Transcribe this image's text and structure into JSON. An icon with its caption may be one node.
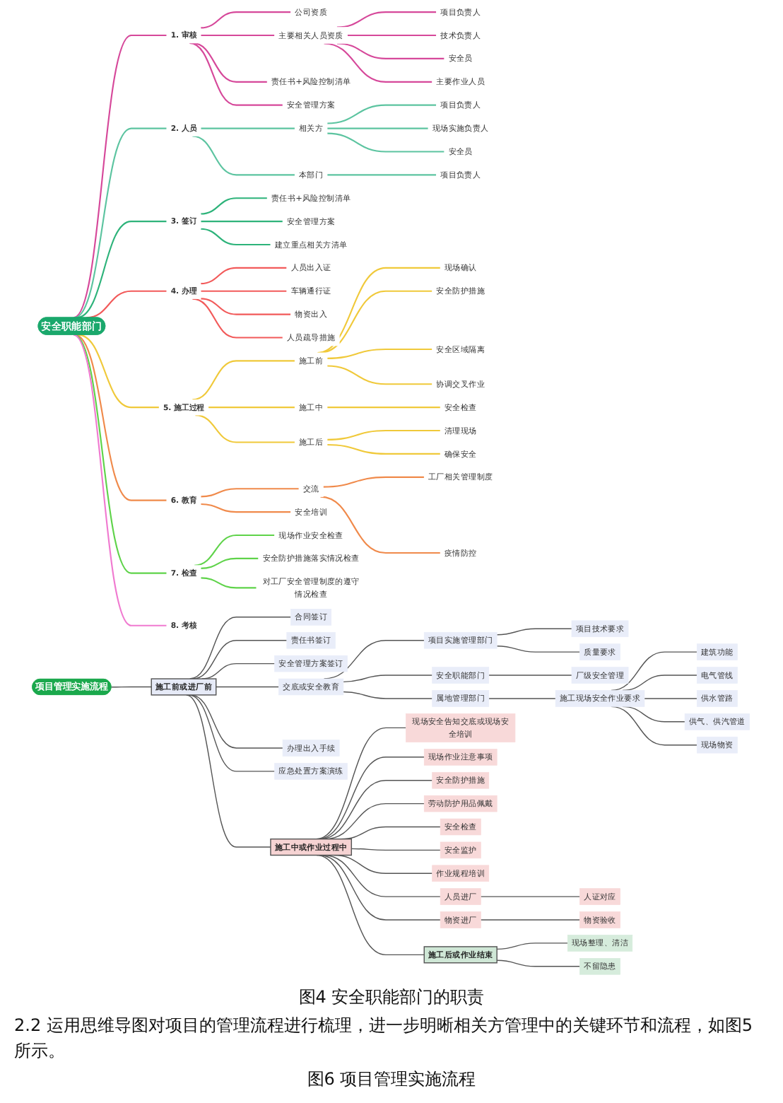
{
  "diagram": {
    "nodes": [
      {
        "text": [
          "安全职能部门"
        ]
      },
      {
        "text": [
          "1. 审核"
        ]
      },
      {
        "text": [
          "公司资质"
        ]
      },
      {
        "text": [
          "主要相关人员资质"
        ]
      },
      {
        "text": [
          "项目负责人"
        ]
      },
      {
        "text": [
          "技术负责人"
        ]
      },
      {
        "text": [
          "安全员"
        ]
      },
      {
        "text": [
          "主要作业人员"
        ]
      },
      {
        "text": [
          "责任书+风险控制清单"
        ]
      },
      {
        "text": [
          "安全管理方案"
        ]
      },
      {
        "text": [
          "2. 人员"
        ]
      },
      {
        "text": [
          "相关方"
        ]
      },
      {
        "text": [
          "项目负责人"
        ]
      },
      {
        "text": [
          "现场实施负责人"
        ]
      },
      {
        "text": [
          "安全员"
        ]
      },
      {
        "text": [
          "本部门"
        ]
      },
      {
        "text": [
          "项目负责人"
        ]
      },
      {
        "text": [
          "3. 签订"
        ]
      },
      {
        "text": [
          "责任书+风险控制清单"
        ]
      },
      {
        "text": [
          "安全管理方案"
        ]
      },
      {
        "text": [
          "建立重点相关方清单"
        ]
      },
      {
        "text": [
          "4. 办理"
        ]
      },
      {
        "text": [
          "人员出入证"
        ]
      },
      {
        "text": [
          "车辆通行证"
        ]
      },
      {
        "text": [
          "物资出入"
        ]
      },
      {
        "text": [
          "人员疏导措施"
        ]
      },
      {
        "text": [
          "5. 施工过程"
        ]
      },
      {
        "text": [
          "施工前"
        ]
      },
      {
        "text": [
          "现场确认"
        ]
      },
      {
        "text": [
          "安全防护措施"
        ]
      },
      {
        "text": [
          "安全区域隔离"
        ]
      },
      {
        "text": [
          "协调交叉作业"
        ]
      },
      {
        "text": [
          "施工中"
        ]
      },
      {
        "text": [
          "安全检查"
        ]
      },
      {
        "text": [
          "施工后"
        ]
      },
      {
        "text": [
          "清理现场"
        ]
      },
      {
        "text": [
          "确保安全"
        ]
      },
      {
        "text": [
          "6. 教育"
        ]
      },
      {
        "text": [
          "交流"
        ]
      },
      {
        "text": [
          "工厂相关管理制度"
        ]
      },
      {
        "text": [
          "疫情防控"
        ]
      },
      {
        "text": [
          "安全培训"
        ]
      },
      {
        "text": [
          "7. 检查"
        ]
      },
      {
        "text": [
          "现场作业安全检查"
        ]
      },
      {
        "text": [
          "安全防护措施落实情况检查"
        ]
      },
      {
        "text": [
          "对工厂安全管理制度的遵守情况检查"
        ]
      },
      {
        "text": [
          "8. 考核"
        ]
      },
      {
        "text": [
          "项目管理实施流程"
        ]
      },
      {
        "text": [
          "施工前或进厂前"
        ]
      },
      {
        "text": [
          "合同签订"
        ]
      },
      {
        "text": [
          "责任书签订"
        ]
      },
      {
        "text": [
          "安全管理方案签订"
        ]
      },
      {
        "text": [
          "交底或安全教育"
        ]
      },
      {
        "text": [
          "项目实施管理部门"
        ]
      },
      {
        "text": [
          "项目技术要求"
        ]
      },
      {
        "text": [
          "质量要求"
        ]
      },
      {
        "text": [
          "安全职能部门"
        ]
      },
      {
        "text": [
          "厂级安全管理"
        ]
      },
      {
        "text": [
          "属地管理部门"
        ]
      },
      {
        "text": [
          "施工现场安全作业要求"
        ]
      },
      {
        "text": [
          "建筑功能"
        ]
      },
      {
        "text": [
          "电气管线"
        ]
      },
      {
        "text": [
          "供水管路"
        ]
      },
      {
        "text": [
          "供气、供汽管道"
        ]
      },
      {
        "text": [
          "现场物资"
        ]
      },
      {
        "text": [
          "办理出入手续"
        ]
      },
      {
        "text": [
          "应急处置方案演练"
        ]
      },
      {
        "text": [
          "施工中或作业过程中"
        ]
      },
      {
        "text": [
          "现场安全告知交底或现场安全培训"
        ]
      },
      {
        "text": [
          "现场作业注意事项"
        ]
      },
      {
        "text": [
          "安全防护措施"
        ]
      },
      {
        "text": [
          "劳动防护用品佩戴"
        ]
      },
      {
        "text": [
          "安全检查"
        ]
      },
      {
        "text": [
          "安全监护"
        ]
      },
      {
        "text": [
          "作业规程培训"
        ]
      },
      {
        "text": [
          "人员进厂"
        ]
      },
      {
        "text": [
          "人证对应"
        ]
      },
      {
        "text": [
          "物资进厂"
        ]
      },
      {
        "text": [
          "物资验收"
        ]
      },
      {
        "text": [
          "施工后或作业结束"
        ]
      },
      {
        "text": [
          "现场整理、清洁"
        ]
      },
      {
        "text": [
          "不留隐患"
        ]
      }
    ],
    "edges": [
      {
        "from": 0,
        "to": 1,
        "arrow": "none",
        "color": "#d6489a"
      },
      {
        "from": 1,
        "to": 2,
        "arrow": "none",
        "color": "#d6489a"
      },
      {
        "from": 1,
        "to": 3,
        "arrow": "none",
        "color": "#d6489a"
      },
      {
        "from": 3,
        "to": 4,
        "arrow": "none",
        "color": "#d6489a"
      },
      {
        "from": 3,
        "to": 5,
        "arrow": "none",
        "color": "#d6489a"
      },
      {
        "from": 3,
        "to": 6,
        "arrow": "none",
        "color": "#d6489a"
      },
      {
        "from": 3,
        "to": 7,
        "arrow": "none",
        "color": "#d6489a"
      },
      {
        "from": 1,
        "to": 8,
        "arrow": "none",
        "color": "#d6489a"
      },
      {
        "from": 1,
        "to": 9,
        "arrow": "none",
        "color": "#d6489a"
      },
      {
        "from": 0,
        "to": 10,
        "arrow": "none",
        "color": "#5cc4a0"
      },
      {
        "from": 10,
        "to": 11,
        "arrow": "none",
        "color": "#5cc4a0"
      },
      {
        "from": 11,
        "to": 12,
        "arrow": "none",
        "color": "#5cc4a0"
      },
      {
        "from": 11,
        "to": 13,
        "arrow": "none",
        "color": "#5cc4a0"
      },
      {
        "from": 11,
        "to": 14,
        "arrow": "none",
        "color": "#5cc4a0"
      },
      {
        "from": 10,
        "to": 15,
        "arrow": "none",
        "color": "#5cc4a0"
      },
      {
        "from": 15,
        "to": 16,
        "arrow": "none",
        "color": "#5cc4a0"
      },
      {
        "from": 0,
        "to": 17,
        "arrow": "none",
        "color": "#2db37a"
      },
      {
        "from": 17,
        "to": 18,
        "arrow": "none",
        "color": "#2db37a"
      },
      {
        "from": 17,
        "to": 19,
        "arrow": "none",
        "color": "#2db37a"
      },
      {
        "from": 17,
        "to": 20,
        "arrow": "none",
        "color": "#2db37a"
      },
      {
        "from": 0,
        "to": 21,
        "arrow": "none",
        "color": "#f25a5a"
      },
      {
        "from": 21,
        "to": 22,
        "arrow": "none",
        "color": "#f25a5a"
      },
      {
        "from": 21,
        "to": 23,
        "arrow": "none",
        "color": "#f25a5a"
      },
      {
        "from": 21,
        "to": 24,
        "arrow": "none",
        "color": "#f25a5a"
      },
      {
        "from": 21,
        "to": 25,
        "arrow": "none",
        "color": "#f25a5a"
      },
      {
        "from": 0,
        "to": 26,
        "arrow": "none",
        "color": "#f0c93a"
      },
      {
        "from": 26,
        "to": 27,
        "arrow": "none",
        "color": "#f0c93a"
      },
      {
        "from": 27,
        "to": 28,
        "arrow": "none",
        "color": "#f0c93a"
      },
      {
        "from": 27,
        "to": 29,
        "arrow": "none",
        "color": "#f0c93a"
      },
      {
        "from": 27,
        "to": 30,
        "arrow": "none",
        "color": "#f0c93a"
      },
      {
        "from": 27,
        "to": 31,
        "arrow": "none",
        "color": "#f0c93a"
      },
      {
        "from": 26,
        "to": 32,
        "arrow": "none",
        "color": "#f0c93a"
      },
      {
        "from": 32,
        "to": 33,
        "arrow": "none",
        "color": "#f0c93a"
      },
      {
        "from": 26,
        "to": 34,
        "arrow": "none",
        "color": "#f0c93a"
      },
      {
        "from": 34,
        "to": 35,
        "arrow": "none",
        "color": "#f0c93a"
      },
      {
        "from": 34,
        "to": 36,
        "arrow": "none",
        "color": "#f0c93a"
      },
      {
        "from": 0,
        "to": 37,
        "arrow": "none",
        "color": "#f08a4b"
      },
      {
        "from": 37,
        "to": 38,
        "arrow": "none",
        "color": "#f08a4b"
      },
      {
        "from": 38,
        "to": 39,
        "arrow": "none",
        "color": "#f08a4b"
      },
      {
        "from": 38,
        "to": 40,
        "arrow": "none",
        "color": "#f08a4b"
      },
      {
        "from": 37,
        "to": 41,
        "arrow": "none",
        "color": "#f08a4b"
      },
      {
        "from": 0,
        "to": 42,
        "arrow": "none",
        "color": "#5fd34a"
      },
      {
        "from": 42,
        "to": 43,
        "arrow": "none",
        "color": "#5fd34a"
      },
      {
        "from": 42,
        "to": 44,
        "arrow": "none",
        "color": "#5fd34a"
      },
      {
        "from": 42,
        "to": 45,
        "arrow": "none",
        "color": "#5fd34a"
      },
      {
        "from": 0,
        "to": 46,
        "arrow": "none",
        "color": "#f07ad0"
      },
      {
        "from": 47,
        "to": 48,
        "arrow": "none"
      },
      {
        "from": 48,
        "to": 49,
        "arrow": "none"
      },
      {
        "from": 48,
        "to": 50,
        "arrow": "none"
      },
      {
        "from": 48,
        "to": 51,
        "arrow": "none"
      },
      {
        "from": 48,
        "to": 52,
        "arrow": "none"
      },
      {
        "from": 52,
        "to": 53,
        "arrow": "none"
      },
      {
        "from": 53,
        "to": 54,
        "arrow": "none"
      },
      {
        "from": 53,
        "to": 55,
        "arrow": "none"
      },
      {
        "from": 52,
        "to": 56,
        "arrow": "none"
      },
      {
        "from": 56,
        "to": 57,
        "arrow": "none"
      },
      {
        "from": 52,
        "to": 58,
        "arrow": "none"
      },
      {
        "from": 58,
        "to": 59,
        "arrow": "none"
      },
      {
        "from": 59,
        "to": 60,
        "arrow": "none"
      },
      {
        "from": 59,
        "to": 61,
        "arrow": "none"
      },
      {
        "from": 59,
        "to": 62,
        "arrow": "none"
      },
      {
        "from": 59,
        "to": 63,
        "arrow": "none"
      },
      {
        "from": 59,
        "to": 64,
        "arrow": "none"
      },
      {
        "from": 48,
        "to": 65,
        "arrow": "none"
      },
      {
        "from": 48,
        "to": 66,
        "arrow": "none"
      },
      {
        "from": 48,
        "to": 67,
        "arrow": "none"
      },
      {
        "from": 67,
        "to": 68,
        "arrow": "none"
      },
      {
        "from": 67,
        "to": 69,
        "arrow": "none"
      },
      {
        "from": 67,
        "to": 70,
        "arrow": "none"
      },
      {
        "from": 67,
        "to": 71,
        "arrow": "none"
      },
      {
        "from": 67,
        "to": 72,
        "arrow": "none"
      },
      {
        "from": 67,
        "to": 73,
        "arrow": "none"
      },
      {
        "from": 67,
        "to": 74,
        "arrow": "none"
      },
      {
        "from": 67,
        "to": 75,
        "arrow": "none"
      },
      {
        "from": 75,
        "to": 76,
        "arrow": "none"
      },
      {
        "from": 67,
        "to": 77,
        "arrow": "none"
      },
      {
        "from": 77,
        "to": 78,
        "arrow": "none"
      },
      {
        "from": 67,
        "to": 79,
        "arrow": "none"
      },
      {
        "from": 79,
        "to": 80,
        "arrow": "none"
      },
      {
        "from": 79,
        "to": 81,
        "arrow": "none"
      }
    ],
    "labels": [
      "图4 安全职能部门的职责",
      "2.2 运用思维导图对项目的管理流程进行梳理，进一步明晰相关方管理中的关键环节和流程，如图5所示。",
      "图6 项目管理实施流程"
    ]
  }
}
